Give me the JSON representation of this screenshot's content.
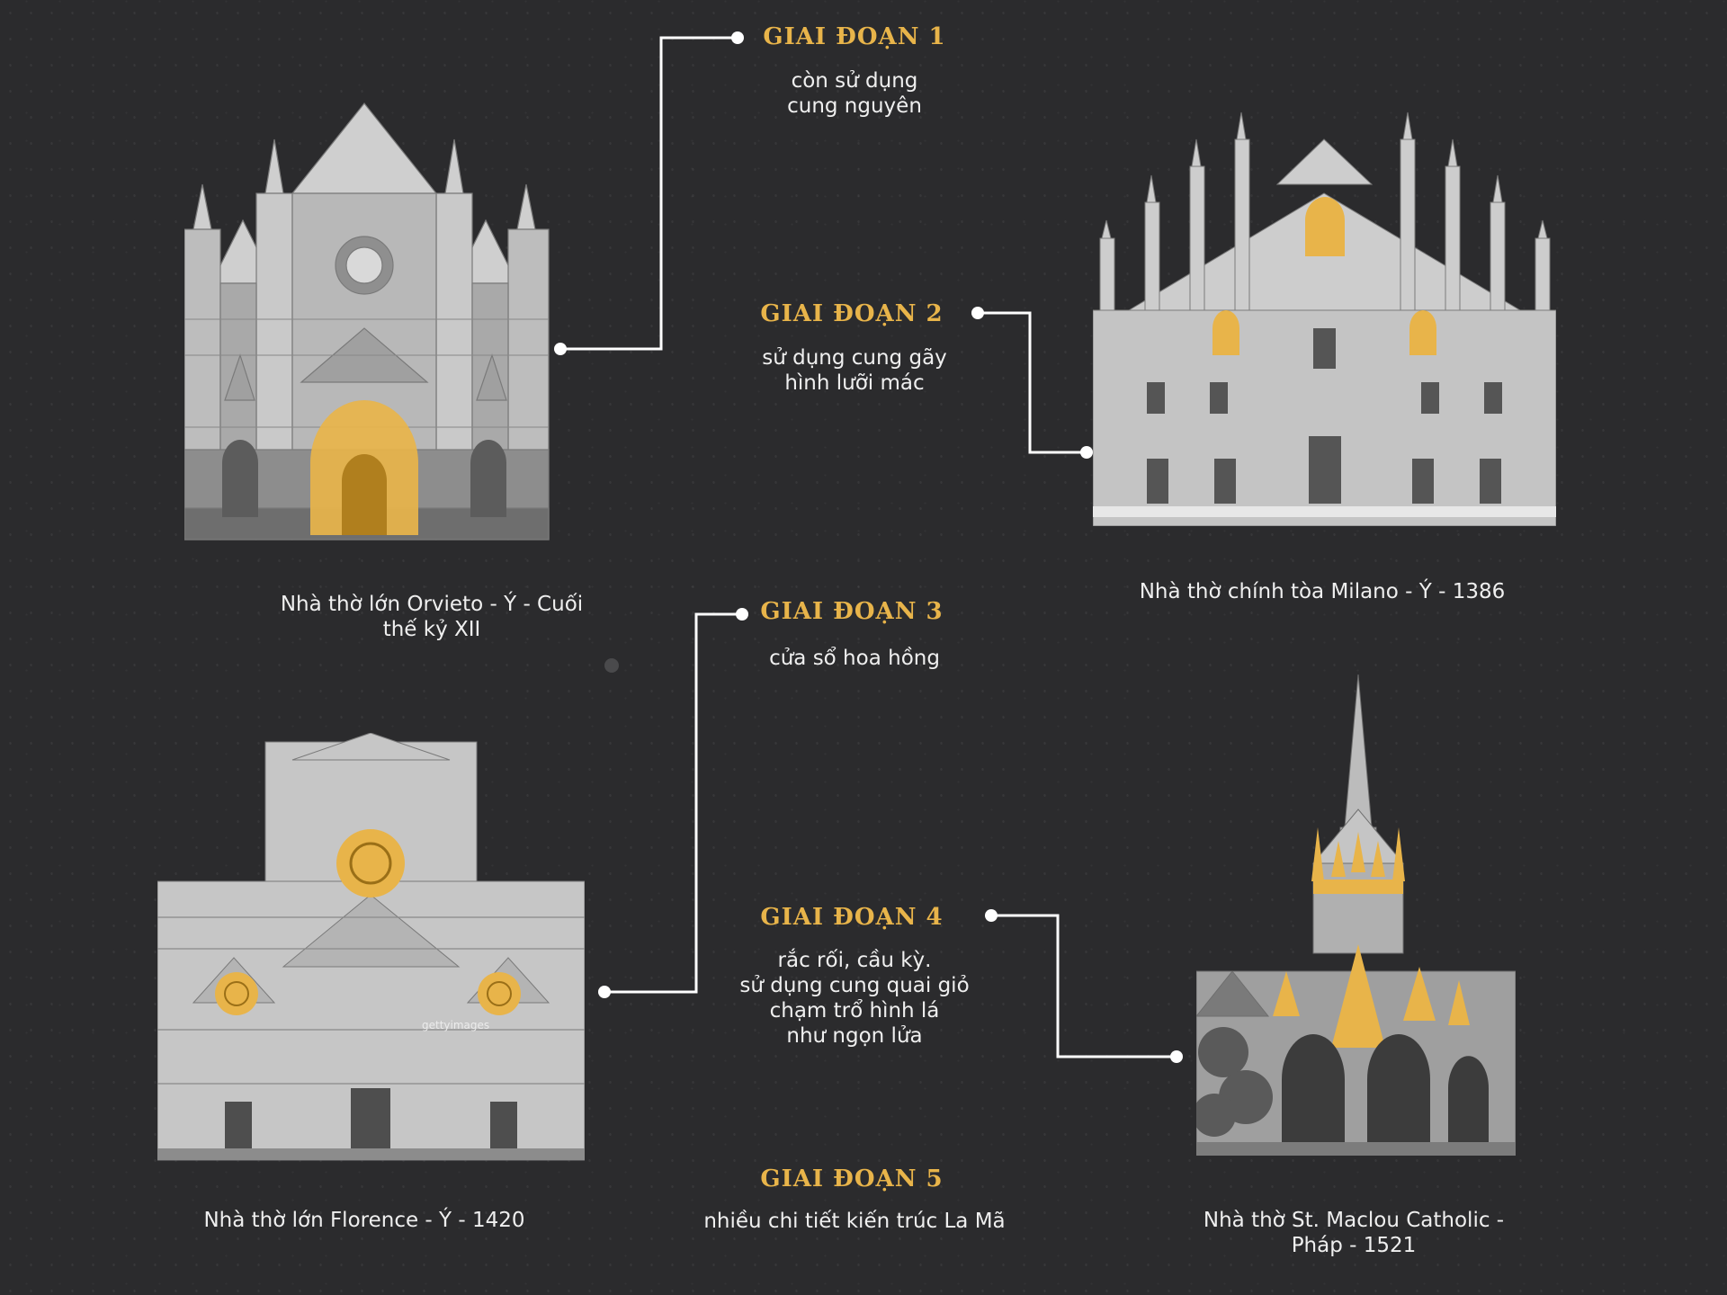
{
  "stages": [
    {
      "title": "GIAI ĐOẠN 1",
      "desc": "còn sử dụng\ncung nguyên"
    },
    {
      "title": "GIAI ĐOẠN 2",
      "desc": "sử dụng cung gãy\nhình lưỡi mác"
    },
    {
      "title": "GIAI ĐOẠN 3",
      "desc": "cửa sổ hoa hồng"
    },
    {
      "title": "GIAI ĐOẠN 4",
      "desc": "rắc rối, cầu kỳ.\nsử dụng cung quai giỏ\nchạm trổ hình lá\nnhư ngọn lửa"
    },
    {
      "title": "GIAI ĐOẠN 5",
      "desc": "nhiều chi tiết kiến trúc La Mã"
    }
  ],
  "cathedrals": {
    "orvieto": {
      "caption": "Nhà thờ lớn Orvieto - Ý - Cuối\nthế kỷ XII",
      "image": "orvieto-cathedral-facade"
    },
    "milano": {
      "caption": "Nhà thờ chính tòa Milano - Ý - 1386",
      "image": "milan-cathedral-facade"
    },
    "florence": {
      "caption": "Nhà thờ lớn Florence - Ý - 1420",
      "image": "florence-cathedral-facade",
      "watermark": "gettyimages"
    },
    "maclou": {
      "caption": "Nhà thờ St. Maclou Catholic -\nPháp - 1521",
      "image": "st-maclou-church-facade"
    }
  },
  "colors": {
    "background": "#2b2b2d",
    "accent": "#e8b44a",
    "text": "#efefef",
    "line": "#ffffff"
  }
}
